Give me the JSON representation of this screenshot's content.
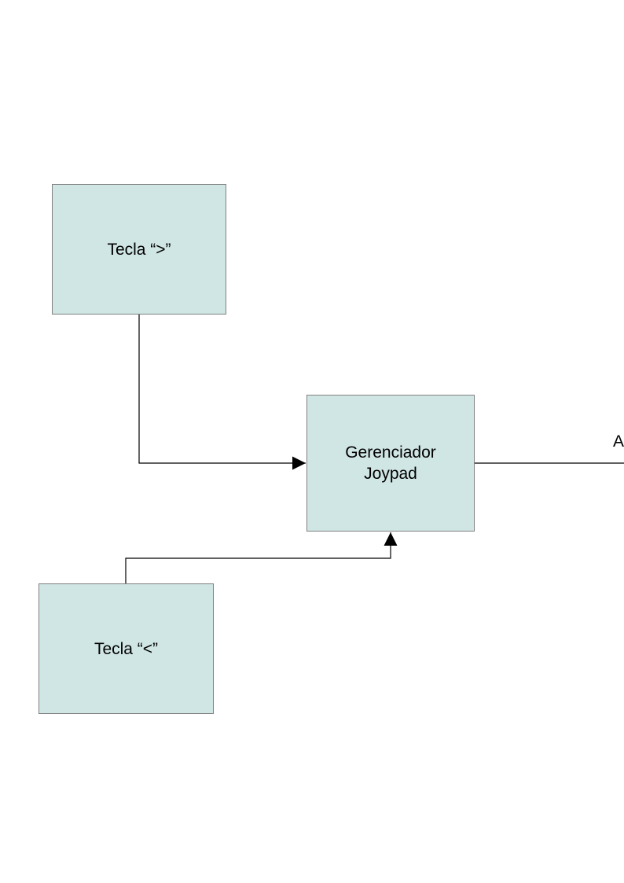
{
  "colors": {
    "node_fill": "#d0e6e4",
    "node_border": "#808080",
    "connector": "#000000",
    "text": "#000000",
    "background": "#ffffff"
  },
  "diagram": {
    "nodes": {
      "key_right": {
        "label": "Tecla “>”"
      },
      "joypad": {
        "label": "Gerenciador\nJoypad"
      },
      "key_left": {
        "label": "Tecla “<”"
      }
    },
    "edges": [
      {
        "from": "key_right",
        "to": "joypad",
        "arrow": "end"
      },
      {
        "from": "key_left",
        "to": "joypad",
        "arrow": "end"
      },
      {
        "from": "joypad",
        "to": "off-page",
        "arrow": "none",
        "label": "A"
      }
    ],
    "outgoing_label": "A"
  }
}
